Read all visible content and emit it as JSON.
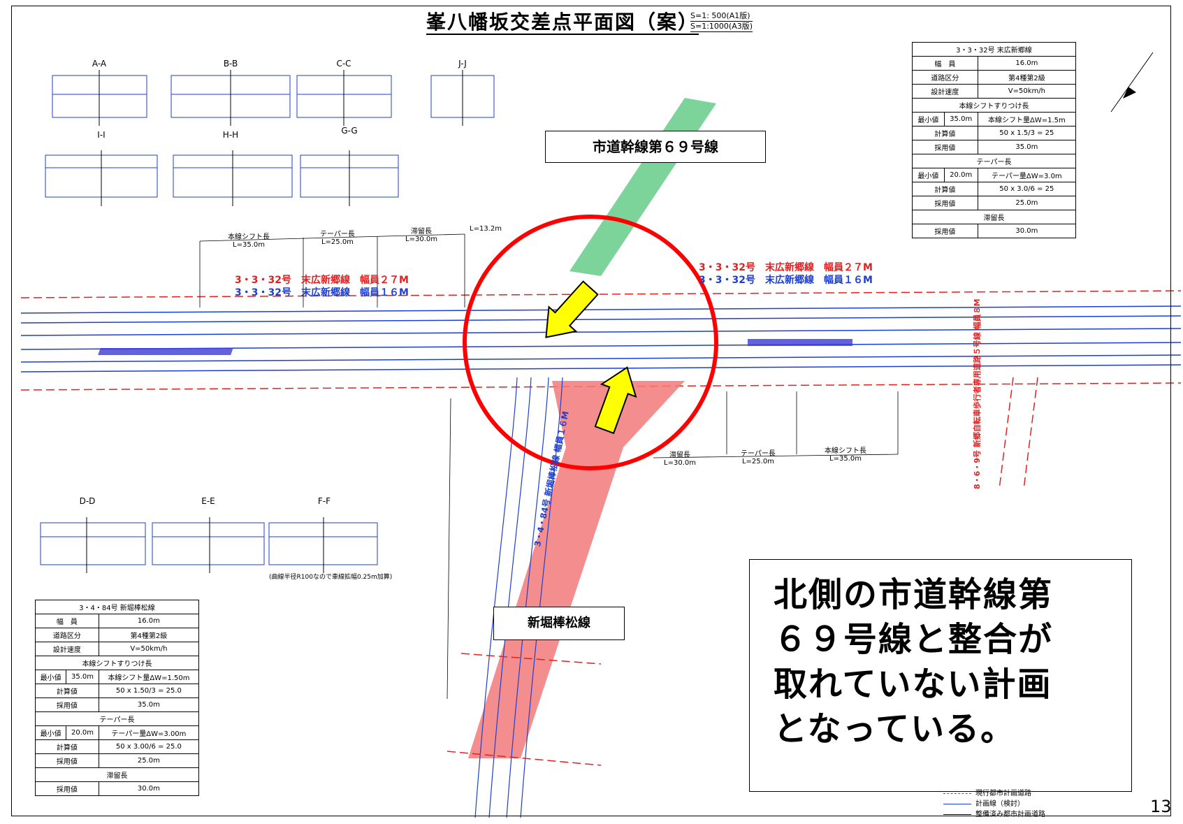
{
  "title": "峯八幡坂交差点平面図（案）",
  "scale": {
    "line1": "S=1: 500(A1版)",
    "line2": "S=1:1000(A3版)"
  },
  "sections": {
    "aa": "A-A",
    "bb": "B-B",
    "cc": "C-C",
    "jj": "J-J",
    "ii": "I-I",
    "hh": "H-H",
    "gg": "G-G",
    "dd": "D-D",
    "ee": "E-E",
    "ff": "F-F"
  },
  "section_note": "(曲線半径R100なので車線拡幅0.25m加算)",
  "table_right": {
    "header": "3・3・32号 末広新郷線",
    "rows": [
      [
        "幅　員",
        "16.0m"
      ],
      [
        "道路区分",
        "第4種第2級"
      ],
      [
        "設計速度",
        "V=50km/h"
      ]
    ],
    "shift_header": "本線シフトすりつけ長",
    "shift_min": [
      "最小値",
      "35.0m",
      "本線シフト量ΔW=1.5m"
    ],
    "shift_calc": [
      "計算値",
      "50 x 1.5/3 = 25"
    ],
    "shift_adopt": [
      "採用値",
      "35.0m"
    ],
    "taper_header": "テーパー長",
    "taper_min": [
      "最小値",
      "20.0m",
      "テーパー量ΔW=3.0m"
    ],
    "taper_calc": [
      "計算値",
      "50 x 3.0/6 = 25"
    ],
    "taper_adopt": [
      "採用値",
      "25.0m"
    ],
    "stay_header": "滞留長",
    "stay_adopt": [
      "採用値",
      "30.0m"
    ]
  },
  "table_left": {
    "header": "3・4・84号 新堀棒松線",
    "rows": [
      [
        "幅　員",
        "16.0m"
      ],
      [
        "道路区分",
        "第4種第2級"
      ],
      [
        "設計速度",
        "V=50km/h"
      ]
    ],
    "shift_header": "本線シフトすりつけ長",
    "shift_min": [
      "最小値",
      "35.0m",
      "本線シフト量ΔW=1.50m"
    ],
    "shift_calc": [
      "計算値",
      "50 x 1.50/3 = 25.0"
    ],
    "shift_adopt": [
      "採用値",
      "35.0m"
    ],
    "taper_header": "テーパー長",
    "taper_min": [
      "最小値",
      "20.0m",
      "テーパー量ΔW=3.00m"
    ],
    "taper_calc": [
      "計算値",
      "50 x 3.00/6 = 25.0"
    ],
    "taper_adopt": [
      "採用値",
      "25.0m"
    ],
    "stay_header": "滞留長",
    "stay_adopt": [
      "採用値",
      "30.0m"
    ]
  },
  "road_labels": {
    "red_left": "3・3・32号　末広新郷線　幅員２７M",
    "blue_left": "3・3・32号　末広新郷線　幅員１６M",
    "red_right": "3・3・32号　末広新郷線　幅員２７M",
    "blue_right": "3・3・32号　末広新郷線　幅員１６M",
    "south_label": "3・4・84号 新堀棒松線 幅員１６M",
    "bike_label": "8・6・9号 新郷自転車歩行者専用道路５号線 幅員８M"
  },
  "dims": {
    "shift_left": "本線シフト長",
    "shift_left_val": "L=35.0m",
    "taper_left": "テーパー長",
    "taper_left_val": "L=25.0m",
    "stay_left": "滞留長",
    "stay_left_val": "L=30.0m",
    "l132": "L=13.2m",
    "stay_right": "滞留長",
    "stay_right_val": "L=30.0m",
    "taper_right": "テーパー長",
    "taper_right_val": "L=25.0m",
    "shift_right": "本線シフト長",
    "shift_right_val": "L=35.0m"
  },
  "callouts": {
    "north": "市道幹線第６９号線",
    "south": "新堀棒松線"
  },
  "big_note": [
    "北側の市道幹線第",
    "６９号線と整合が",
    "取れていない計画",
    "となっている。"
  ],
  "legend": [
    "現行都市計画道路",
    "計画線（検討）",
    "整備済み都市計画道路"
  ],
  "page_number": "13",
  "colors": {
    "red": "#e32020",
    "blue": "#1d3fd0",
    "green": "#6fcf8f",
    "pink": "#f27a7a",
    "yellow": "#ffff00"
  }
}
